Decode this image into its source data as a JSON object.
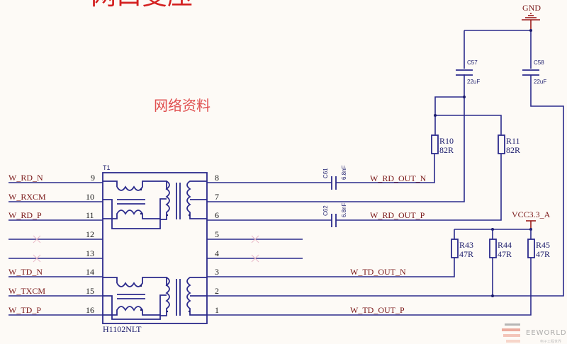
{
  "title": "网口变压",
  "note": "网络资料",
  "transformer": {
    "designator": "T1",
    "part": "H1102NLT",
    "left_pins": [
      {
        "num": "9",
        "net": "W_RD_N"
      },
      {
        "num": "10",
        "net": "W_RXCM"
      },
      {
        "num": "11",
        "net": "W_RD_P"
      },
      {
        "num": "12",
        "net": ""
      },
      {
        "num": "13",
        "net": ""
      },
      {
        "num": "14",
        "net": "W_TD_N"
      },
      {
        "num": "15",
        "net": "W_TXCM"
      },
      {
        "num": "16",
        "net": "W_TD_P"
      }
    ],
    "right_pins": [
      "8",
      "7",
      "6",
      "5",
      "4",
      "3",
      "2",
      "1"
    ]
  },
  "nets": {
    "rd_out_n": "W_RD_OUT_N",
    "rd_out_p": "W_RD_OUT_P",
    "td_out_n": "W_TD_OUT_N",
    "td_out_p": "W_TD_OUT_P"
  },
  "power": {
    "gnd": "GND",
    "vcc": "VCC3.3_A"
  },
  "components": {
    "c57": {
      "ref": "C57",
      "value": "22uF"
    },
    "c58": {
      "ref": "C58",
      "value": "22uF"
    },
    "c61": {
      "ref": "C61",
      "value": "6.8nF"
    },
    "c62": {
      "ref": "C62",
      "value": "6.8nF"
    },
    "r10": {
      "ref": "R10",
      "value": "82R"
    },
    "r11": {
      "ref": "R11",
      "value": "82R"
    },
    "r43": {
      "ref": "R43",
      "value": "47R"
    },
    "r44": {
      "ref": "R44",
      "value": "47R"
    },
    "r45": {
      "ref": "R45",
      "value": "47R"
    }
  },
  "watermark": {
    "brand": "EEWORLD",
    "sub": "电子工程世界"
  },
  "colors": {
    "wire": "#2b2a8c",
    "net_label": "#7a1818",
    "title": "#d42020",
    "background": "#fdfaf6"
  }
}
